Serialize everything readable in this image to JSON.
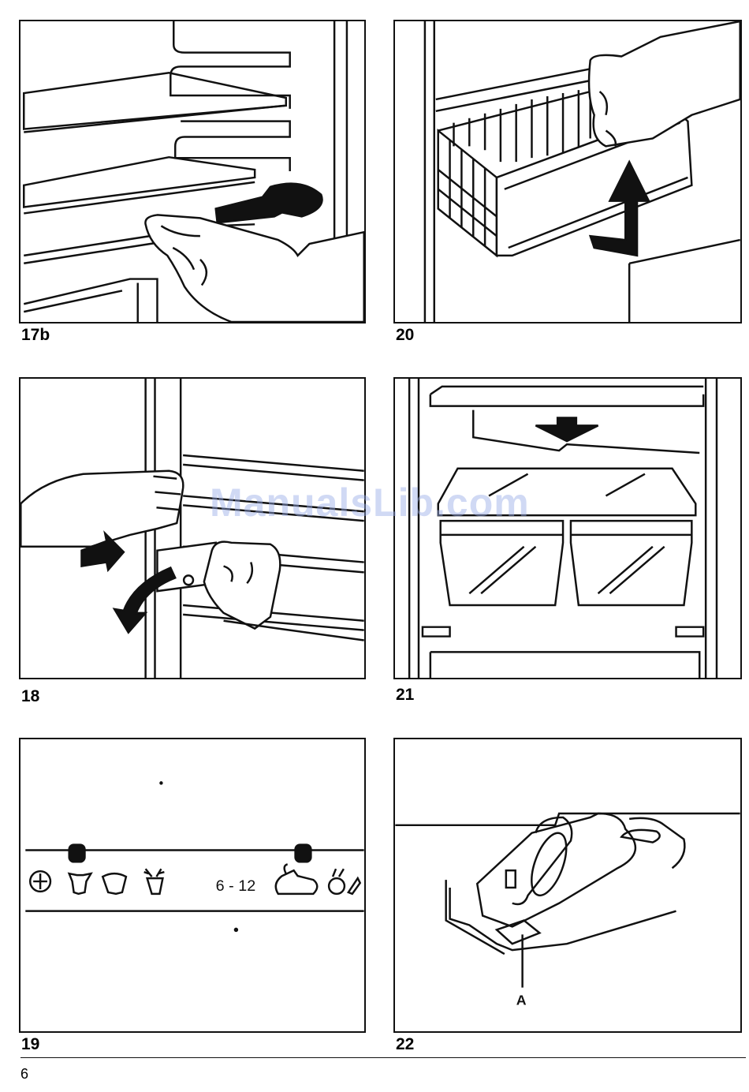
{
  "figures": [
    {
      "id": "17b",
      "label": "17b"
    },
    {
      "id": "20",
      "label": "20"
    },
    {
      "id": "18",
      "label": "18"
    },
    {
      "id": "21",
      "label": "21"
    },
    {
      "id": "19",
      "label": "19",
      "storage_period": "6 - 12"
    },
    {
      "id": "22",
      "label": "22",
      "marker": "A"
    }
  ],
  "footer": {
    "page_number": "6"
  },
  "watermark": "ManualsLib.com"
}
